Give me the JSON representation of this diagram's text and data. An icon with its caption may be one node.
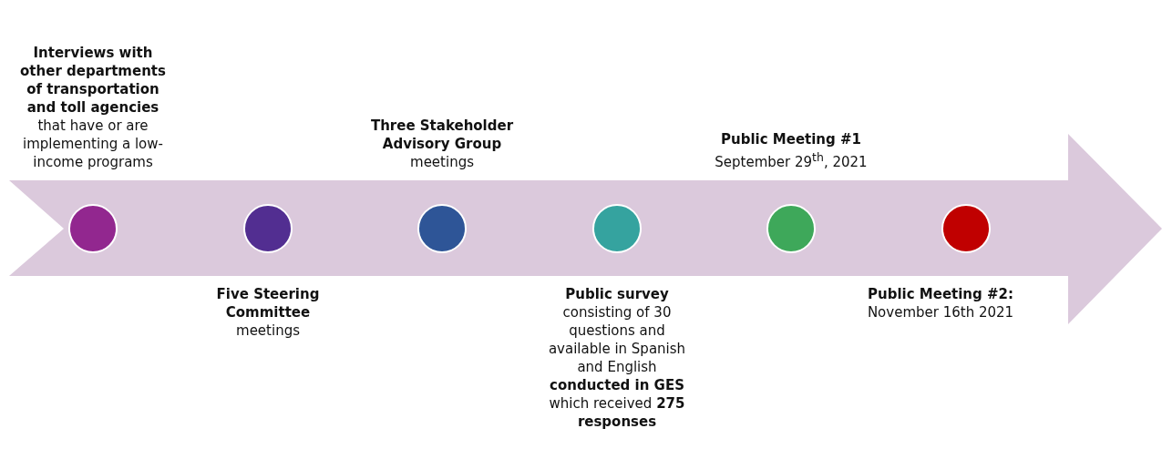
{
  "diagram": {
    "nodes": [
      {
        "text": [],
        "shape": "circle",
        "beside": [
          "**Interviews with other departments of transportation and toll agencies** that have or are implementing a low-income programs"
        ]
      },
      {
        "text": [],
        "shape": "circle",
        "beside": [
          "**Five Steering Committee** meetings"
        ]
      },
      {
        "text": [],
        "shape": "circle",
        "beside": [
          "**Three Stakeholder Advisory Group** meetings"
        ]
      },
      {
        "text": [],
        "shape": "circle",
        "beside": [
          "**Public survey** consisting of 30 questions and available in Spanish and English **conducted in GES** which received **275 responses**"
        ]
      },
      {
        "text": [],
        "shape": "circle",
        "beside": [
          "**Public Meeting #1** September 29$^{th}$, 2021"
        ]
      },
      {
        "text": [],
        "shape": "circle",
        "beside": [
          "**Public Meeting #2:** November 16th 2021"
        ]
      }
    ]
  }
}
